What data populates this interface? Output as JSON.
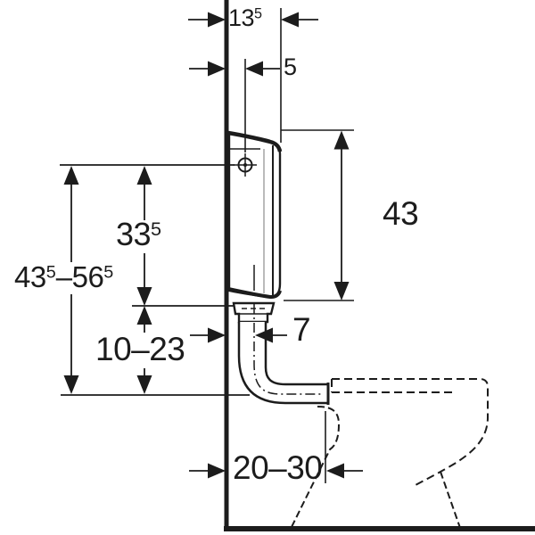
{
  "colors": {
    "line": "#1c1c1c",
    "background": "#ffffff"
  },
  "drawing": {
    "kind": "cistern-installation-dimension-drawing",
    "dimensions": {
      "wall_to_cistern_front": {
        "main": "13",
        "sup": "5"
      },
      "wall_to_mounting_hole": {
        "main": "5"
      },
      "cistern_height": {
        "main": "43"
      },
      "hole_to_outlet": {
        "main": "33",
        "sup": "5"
      },
      "hole_to_pipe_axis_range": {
        "m1": "43",
        "s1": "5",
        "m2": "–56",
        "s2": "5"
      },
      "outlet_to_pipe_axis_range": {
        "main": "10–23"
      },
      "wall_to_flush_pipe_axis": {
        "main": "7"
      },
      "wall_to_bowl_connection_range": {
        "main": "20–30"
      }
    }
  }
}
